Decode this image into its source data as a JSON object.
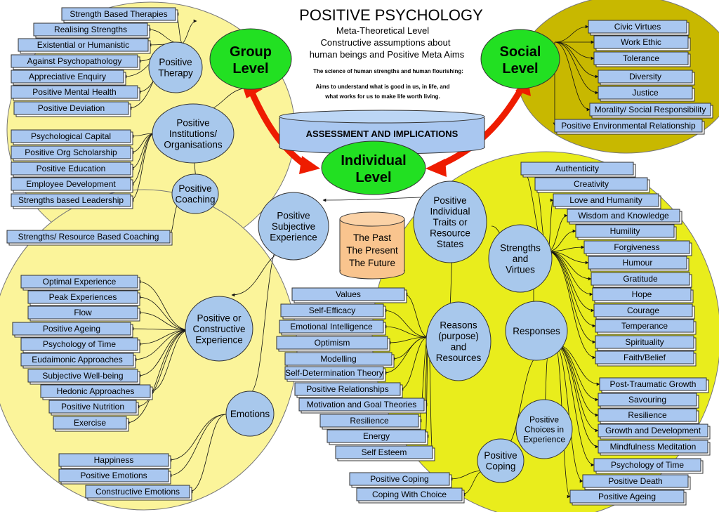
{
  "header": {
    "title": "POSITIVE PSYCHOLOGY",
    "subtitle_1": "Meta-Theoretical Level",
    "subtitle_2": "Constructive assumptions about",
    "subtitle_3": "human beings and Positive Meta Aims",
    "science_line": "The science of human strengths and human flourishing:",
    "aims_1": "Aims to understand what is good in us, in life, and",
    "aims_2": "what works for us to make life worth living."
  },
  "colors": {
    "yellow_pale": "#fbf49a",
    "yellow_bright": "#e9ed1c",
    "olive": "#c8b800",
    "node_blue": "#a8c8ec",
    "box_blue": "#a9c7f0",
    "level_green": "#22e022",
    "arrow_red": "#ee1c00",
    "cylinder_orange": "#f9c48e"
  },
  "levels": {
    "group": [
      "Group",
      "Level"
    ],
    "social": [
      "Social",
      "Level"
    ],
    "individual": [
      "Individual",
      "Level"
    ]
  },
  "assessment": "ASSESSMENT AND IMPLICATIONS",
  "time": [
    "The Past",
    "The Present",
    "The Future"
  ],
  "nodes": {
    "positive_therapy": [
      "Positive",
      "Therapy"
    ],
    "positive_institutions": [
      "Positive",
      "Institutions/",
      "Organisations"
    ],
    "positive_coaching": [
      "Positive",
      "Coaching"
    ],
    "positive_subjective": [
      "Positive",
      "Subjective",
      "Experience"
    ],
    "constructive_experience": [
      "Positive or",
      "Constructive",
      "Experience"
    ],
    "emotions": [
      "Emotions"
    ],
    "individual_traits": [
      "Positive",
      "Individual",
      "Traits or",
      "Resource",
      "States"
    ],
    "strengths_virtues": [
      "Strengths",
      "and",
      "Virtues"
    ],
    "responses": [
      "Responses"
    ],
    "reasons": [
      "Reasons",
      "(purpose)",
      "and",
      "Resources"
    ],
    "positive_choices": [
      "Positive",
      "Choices in",
      "Experience"
    ],
    "positive_coping": [
      "Positive",
      "Coping"
    ]
  },
  "therapy_items": [
    "Strength Based Therapies",
    "Realising Strengths",
    "Existential or Humanistic",
    "Against Psychopathology",
    "Appreciative Enquiry",
    "Positive Mental Health",
    "Positive Deviation"
  ],
  "institution_items": [
    "Psychological Capital",
    "Positive Org Scholarship",
    "Positive Education",
    "Employee Development",
    "Strengths based Leadership"
  ],
  "coaching_item": "Strengths/ Resource Based Coaching",
  "experience_items": [
    "Optimal Experience",
    "Peak Experiences",
    "Flow",
    "Positive Ageing",
    "Psychology of Time",
    "Eudaimonic Approaches",
    "Subjective Well-being",
    "Hedonic Approaches",
    "Positive Nutrition",
    "Exercise"
  ],
  "emotion_items": [
    "Happiness",
    "Positive Emotions",
    "Constructive Emotions"
  ],
  "social_items": [
    "Civic Virtues",
    "Work Ethic",
    "Tolerance",
    "Diversity",
    "Justice",
    "Morality/ Social Responsibility",
    "Positive Environmental Relationship"
  ],
  "strength_items": [
    "Authenticity",
    "Creativity",
    "Love and Humanity",
    "Wisdom and Knowledge",
    "Humility",
    "Forgiveness",
    "Humour",
    "Gratitude",
    "Hope",
    "Courage",
    "Temperance",
    "Spirituality",
    "Faith/Belief"
  ],
  "response_items": [
    "Post-Traumatic Growth",
    "Savouring",
    "Resilience",
    "Growth and Development",
    "Mindfulness Meditation",
    "Psychology of Time",
    "Positive Death",
    "Positive Ageing"
  ],
  "reason_items": [
    "Values",
    "Self-Efficacy",
    "Emotional Intelligence",
    "Optimism",
    "Modelling",
    "Self-Determination Theory",
    "Positive Relationships",
    "Motivation and Goal Theories",
    "Resilience",
    "Energy",
    "Self Esteem"
  ],
  "coping_items": [
    "Positive Coping",
    "Coping With Choice"
  ]
}
